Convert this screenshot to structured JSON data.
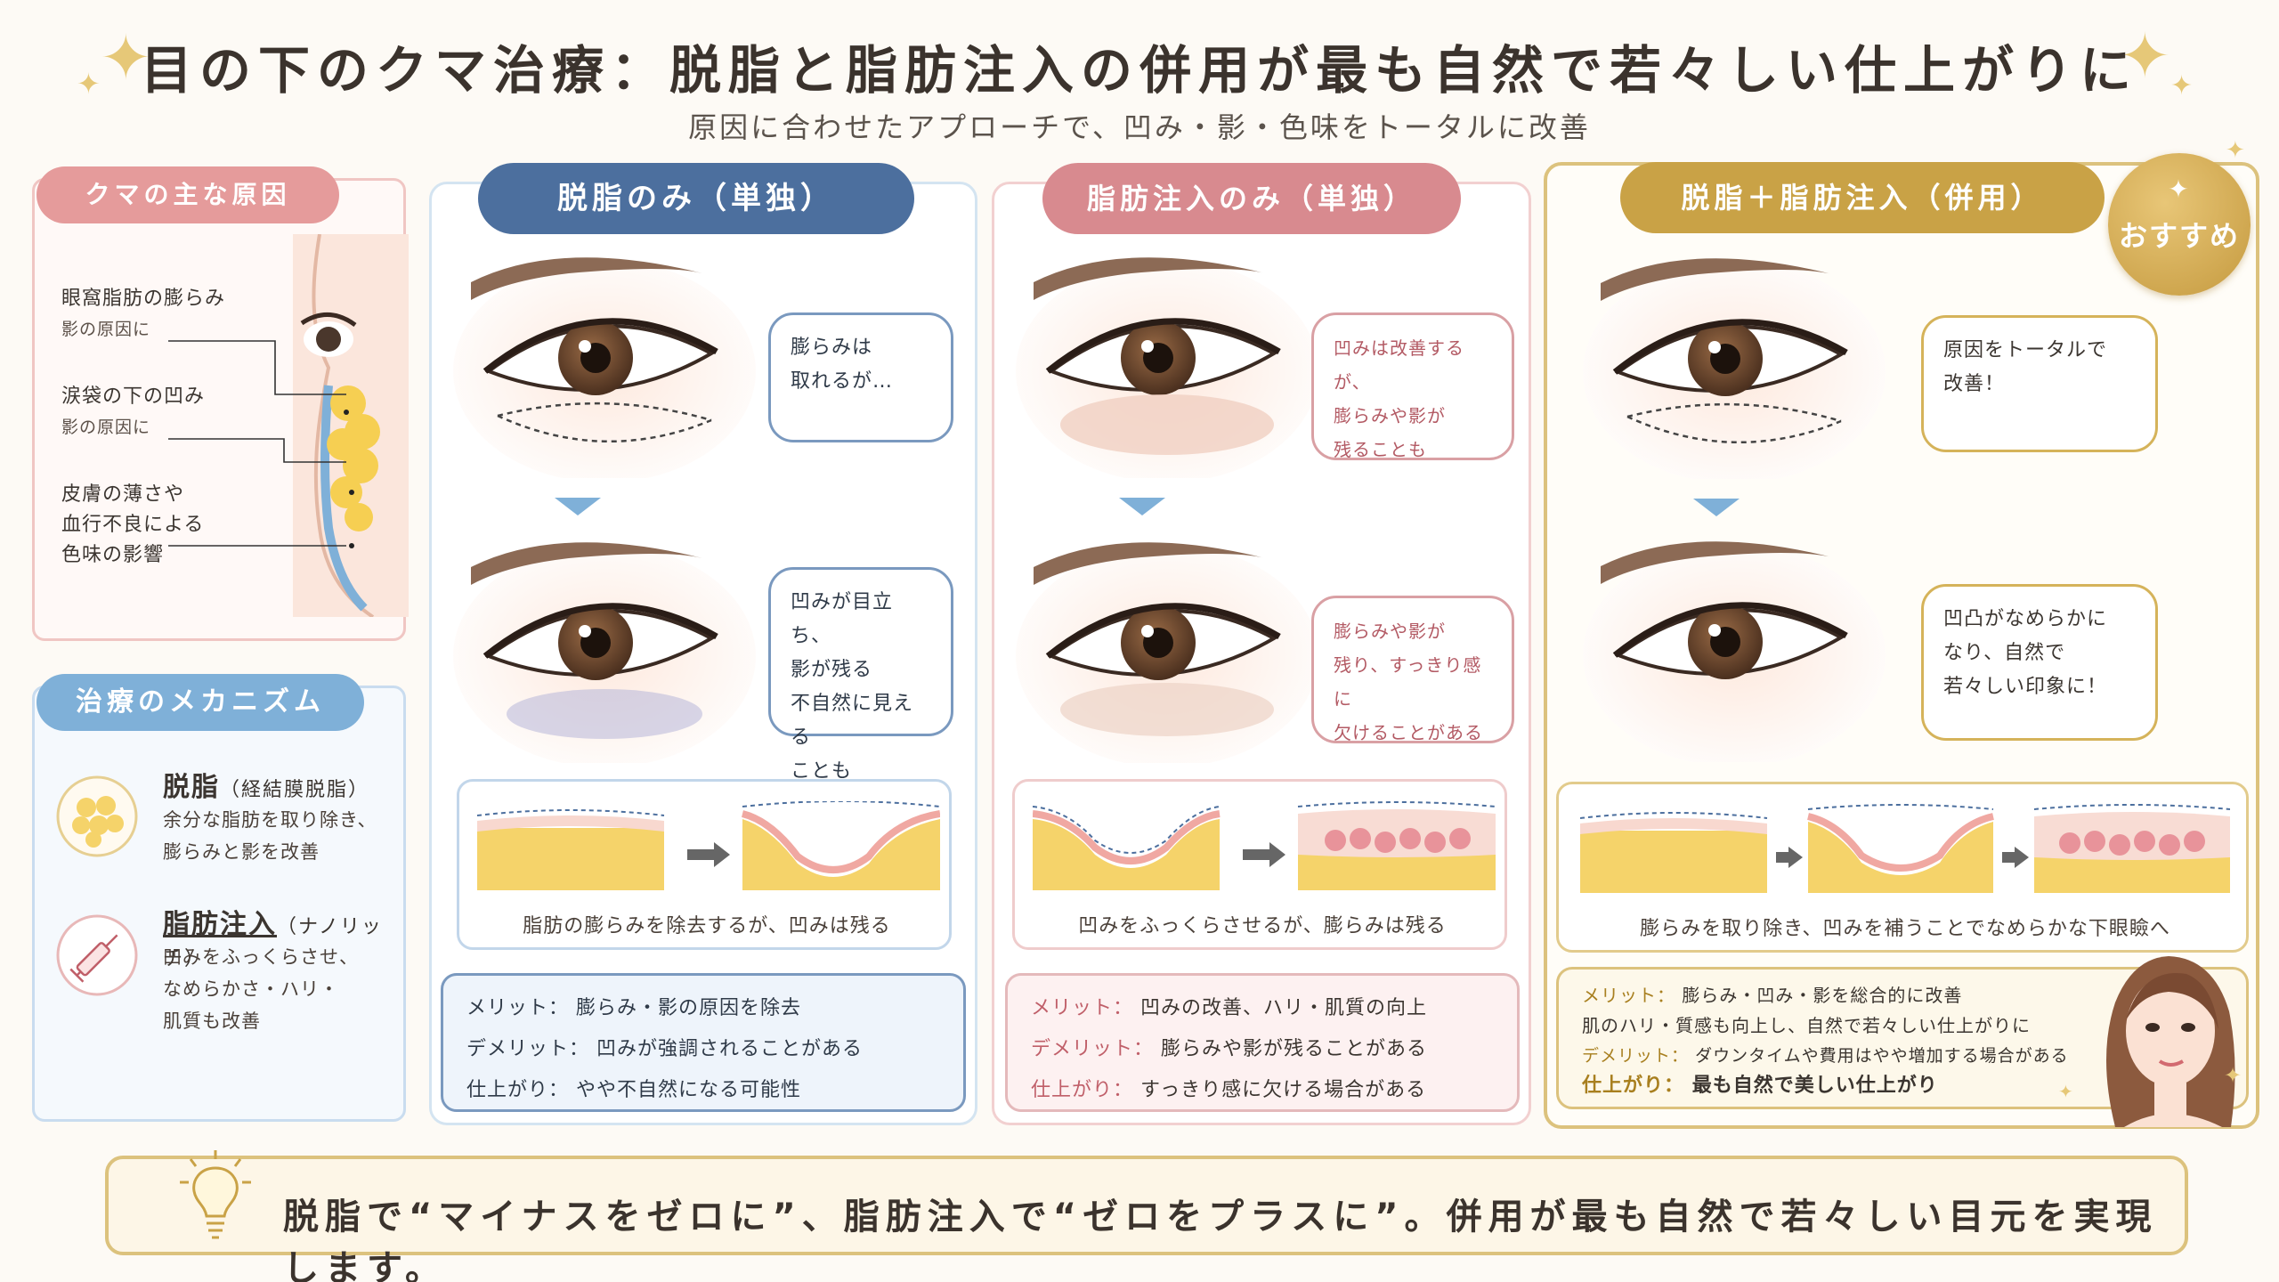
{
  "title": "目の下のクマ治療：脱脂と脂肪注入の併用が最も自然で若々しい仕上がりに",
  "subtitle": "原因に合わせたアプローチで、凹み・影・色味をトータルに改善",
  "causes": {
    "heading": "クマの主な原因",
    "items": [
      {
        "line1": "眼窩脂肪の膨らみ",
        "line2": "影の原因に"
      },
      {
        "line1": "涙袋の下の凹み",
        "line2": "影の原因に"
      },
      {
        "line1": "皮膚の薄さや",
        "line2": "血行不良による",
        "line3": "色味の影響"
      }
    ]
  },
  "mechanism": {
    "heading": "治療のメカニズム",
    "fat_removal": {
      "title": "脱脂",
      "sub": "（経結膜脱脂）",
      "desc1": "余分な脂肪を取り除き、",
      "desc2": "膨らみと影を改善"
    },
    "fat_injection": {
      "title": "脂肪注入",
      "sub": "（ナノリッチ）",
      "desc1": "凹みをふっくらさせ、",
      "desc2": "なめらかさ・ハリ・",
      "desc3": "肌質も改善"
    }
  },
  "columns": [
    {
      "header": "脱脂のみ（単独）",
      "bubble1": [
        "膨らみは",
        "取れるが…"
      ],
      "bubble2": [
        "凹みが目立ち、",
        "影が残る",
        "不自然に見える",
        "ことも"
      ],
      "caption": "脂肪の膨らみを除去するが、凹みは残る",
      "merit_label": "メリット：",
      "merit": "膨らみ・影の原因を除去",
      "demerit_label": "デメリット：",
      "demerit": "凹みが強調されることがある",
      "finish_label": "仕上がり：",
      "finish": "やや不自然になる可能性"
    },
    {
      "header": "脂肪注入のみ（単独）",
      "bubble1": [
        "凹みは改善するが、",
        "膨らみや影が",
        "残ることも"
      ],
      "bubble2": [
        "膨らみや影が",
        "残り、すっきり感に",
        "欠けることがある"
      ],
      "caption": "凹みをふっくらさせるが、膨らみは残る",
      "merit_label": "メリット：",
      "merit": "凹みの改善、ハリ・肌質の向上",
      "demerit_label": "デメリット：",
      "demerit": "膨らみや影が残ることがある",
      "finish_label": "仕上がり：",
      "finish": "すっきり感に欠ける場合がある"
    },
    {
      "header": "脱脂＋脂肪注入（併用）",
      "badge": "おすすめ",
      "bubble1": [
        "原因をトータルで",
        "改善！"
      ],
      "bubble2": [
        "凹凸がなめらかに",
        "なり、自然で",
        "若々しい印象に！"
      ],
      "caption": "膨らみを取り除き、凹みを補うことでなめらかな下眼瞼へ",
      "merit_label": "メリット：",
      "merit": "膨らみ・凹み・影を総合的に改善",
      "merit2": "肌のハリ・質感も向上し、自然で若々しい仕上がりに",
      "demerit_label": "デメリット：",
      "demerit": "ダウンタイムや費用はやや増加する場合がある",
      "finish_label": "仕上がり：",
      "finish": "最も自然で美しい仕上がり"
    }
  ],
  "footer": "脱脂で“マイナスをゼロに”、脂肪注入で“ゼロをプラスに”。併用が最も自然で若々しい目元を実現します。",
  "colors": {
    "blue_header": "#4c6f9e",
    "pink_header": "#d88a8f",
    "gold_header": "#c9a246",
    "fat_yellow": "#f5d36a"
  }
}
